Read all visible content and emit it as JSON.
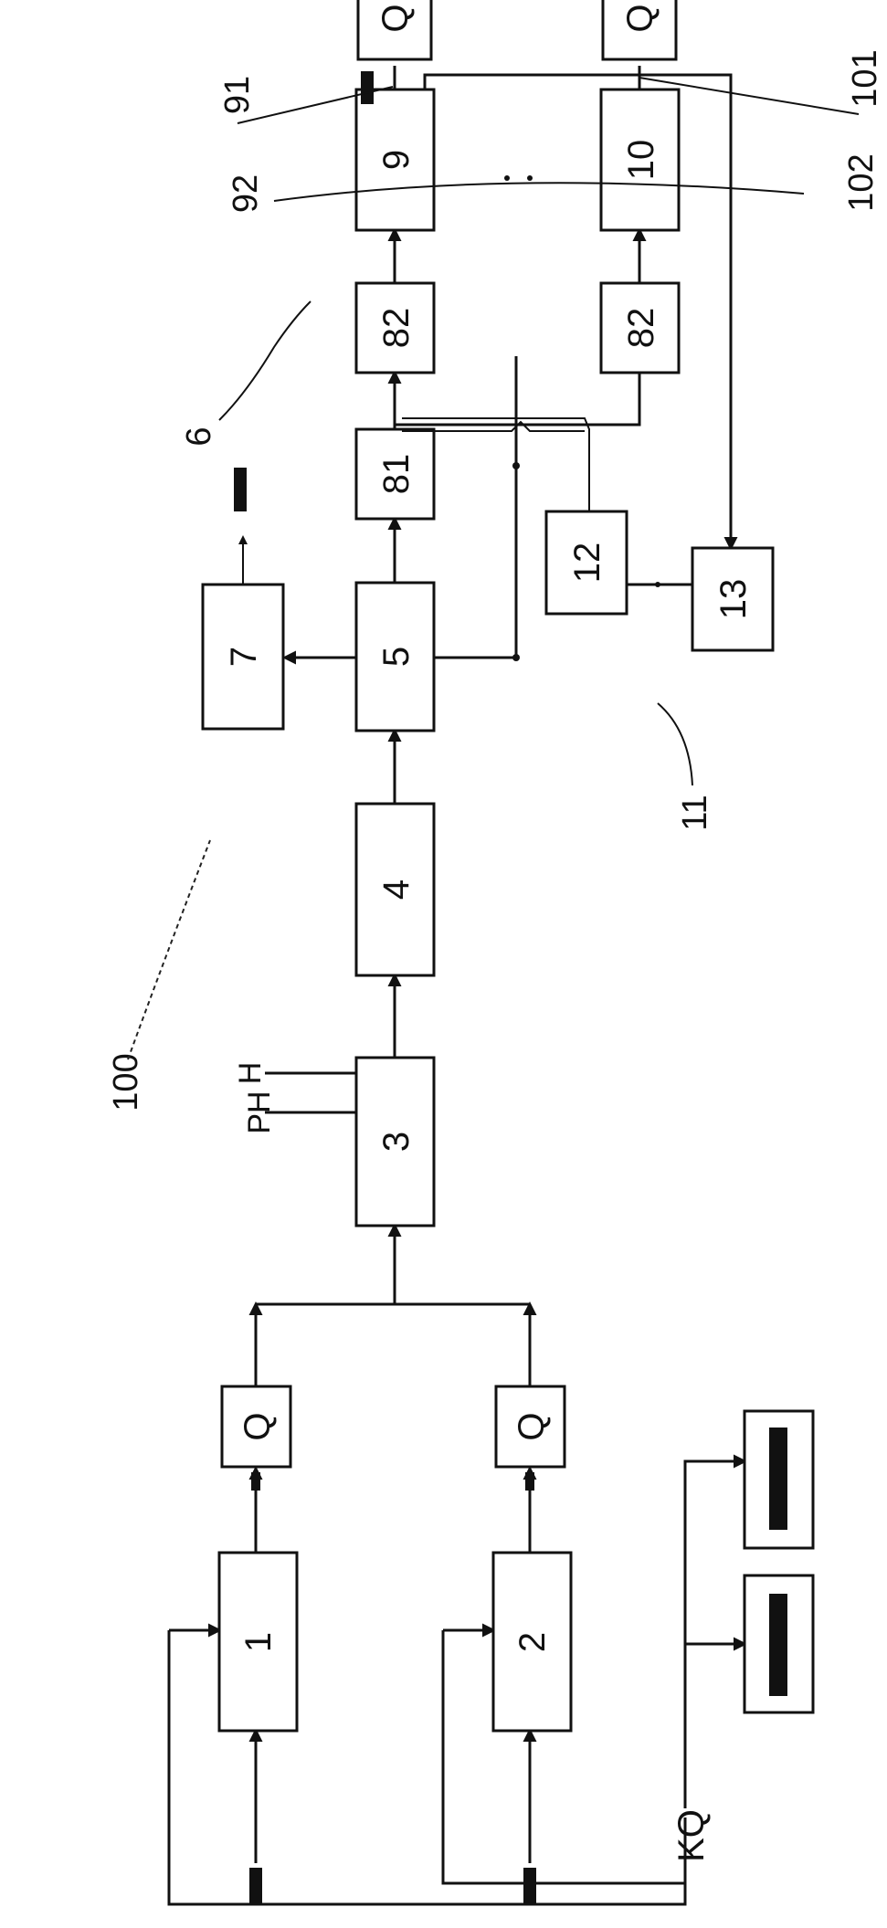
{
  "labels": {
    "unit1": "1",
    "unit2": "2",
    "q1": "Q",
    "q2": "Q",
    "unit3": "3",
    "unit4": "4",
    "unit5": "5",
    "unit7": "7",
    "unit81": "81",
    "unit82a": "82",
    "unit82b": "82",
    "unit9": "9",
    "unit10": "10",
    "q3": "Q",
    "q4": "Q",
    "unit12": "12",
    "unit13": "13",
    "ph": "PH",
    "h": "H",
    "kq": "KQ"
  },
  "refs": {
    "r100": "100",
    "r6": "6",
    "r11": "11",
    "r91": "91",
    "r92": "92",
    "r101": "101",
    "r102": "102"
  }
}
